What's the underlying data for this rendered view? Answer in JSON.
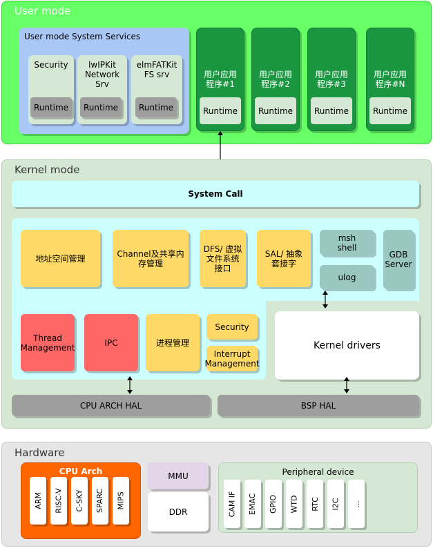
{
  "user_mode": {
    "title": "User mode",
    "services_group": {
      "title": "User mode System Services",
      "services": [
        {
          "label": "Security",
          "runtime": "Runtime"
        },
        {
          "label": "lwIPKit Network Srv",
          "runtime": "Runtime"
        },
        {
          "label": "elmFATKit FS srv",
          "runtime": "Runtime"
        }
      ]
    },
    "apps": [
      {
        "label": "用户应用程序#1",
        "runtime": "Runtime"
      },
      {
        "label": "用户应用程序#2",
        "runtime": "Runtime"
      },
      {
        "label": "用户应用程序#3",
        "runtime": "Runtime"
      },
      {
        "label": "用户应用程序#N",
        "runtime": "Runtime"
      }
    ]
  },
  "kernel_mode": {
    "title": "Kernel mode",
    "system_call": "System Call",
    "modules": {
      "address_space": "地址空间管理",
      "channel": "Channel及共享内存管理",
      "dfs": "DFS/ 虚拟文件系统接口",
      "sal": "SAL/ 抽象套接字",
      "msh": "msh shell",
      "ulog": "ulog",
      "gdb": "GDB Server",
      "thread": "Thread Management",
      "ipc": "IPC",
      "process": "进程管理",
      "security": "Security",
      "interrupt": "Interrupt Management",
      "drivers": "Kernel drivers"
    },
    "cpu_hal": "CPU ARCH HAL",
    "bsp_hal": "BSP HAL"
  },
  "hardware": {
    "title": "Hardware",
    "cpu_arch": {
      "title": "CPU Arch",
      "items": [
        "ARM",
        "RISC-V",
        "C-SKY",
        "SPARC",
        "MIPS"
      ]
    },
    "mmu": "MMU",
    "ddr": "DDR",
    "peripheral": {
      "title": "Peripheral device",
      "items": [
        "CAM IF",
        "EMAC",
        "GPIO",
        "WTD",
        "RTC",
        "I2C",
        "..."
      ]
    }
  },
  "colors": {
    "user_mode_bg": "#66ff66",
    "services_bg": "#a9c8f5",
    "app_bg": "#1a9641",
    "kernel_bg": "#d5e8d4",
    "system_call_bg": "#ccffff",
    "module_yellow": "#ffd966",
    "module_teal": "#9ac7bf",
    "module_red": "#ff6666",
    "hal_gray": "#9e9e9e",
    "hardware_bg": "#e6e6e6",
    "cpu_arch_bg": "#ff6600",
    "mmu_bg": "#e1d5e7"
  }
}
